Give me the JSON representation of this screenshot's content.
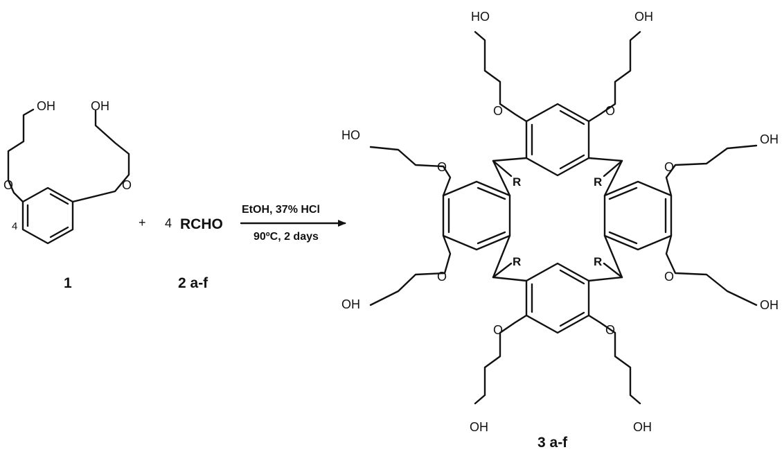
{
  "reactant_1": {
    "atom_labels": [
      "OH",
      "OH",
      "O",
      "O"
    ],
    "stoich": "4",
    "compound_number": "1"
  },
  "reagent_2": {
    "plus_sign": "+",
    "stoich": "4",
    "formula": "RCHO",
    "compound_number": "2 a-f"
  },
  "conditions": {
    "line1": "EtOH, 37% HCl",
    "line2": "90ºC, 2 days"
  },
  "product_3": {
    "hydroxyl_labels": [
      "HO",
      "OH",
      "OH",
      "OH",
      "HO",
      "OH",
      "OH",
      "OH"
    ],
    "ether_labels": [
      "O",
      "O",
      "O",
      "O",
      "O",
      "O",
      "O",
      "O"
    ],
    "r_labels": [
      "R",
      "R",
      "R",
      "R"
    ],
    "compound_number": "3 a-f"
  }
}
